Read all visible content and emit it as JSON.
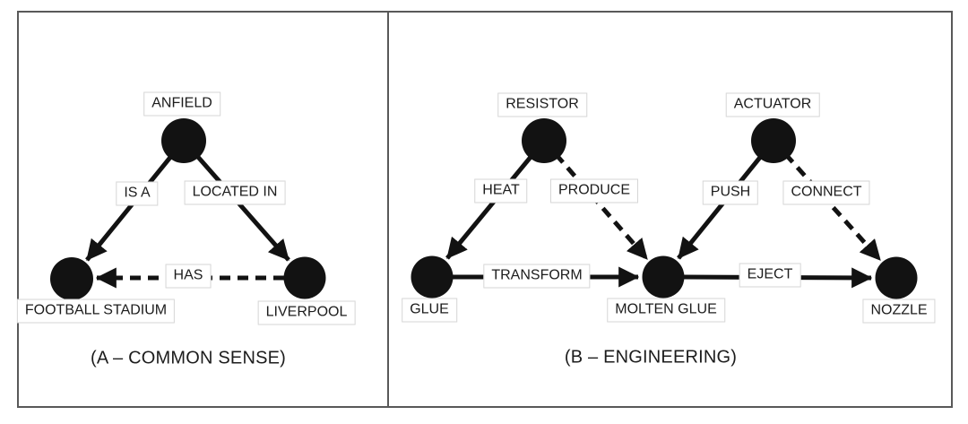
{
  "colors": {
    "node_fill": "#121212",
    "edge_stroke": "#121212",
    "label_border": "#d6d6d6",
    "frame_border": "#595959",
    "background": "#ffffff"
  },
  "panels": [
    {
      "caption": "(A – COMMON SENSE)",
      "nodes": [
        {
          "id": "anfield",
          "label": "ANFIELD"
        },
        {
          "id": "football_stadium",
          "label": "FOOTBALL STADIUM"
        },
        {
          "id": "liverpool",
          "label": "LIVERPOOL"
        }
      ],
      "edges": [
        {
          "label": "IS A",
          "from": "anfield",
          "to": "football_stadium",
          "style": "solid"
        },
        {
          "label": "LOCATED IN",
          "from": "anfield",
          "to": "liverpool",
          "style": "solid"
        },
        {
          "label": "HAS",
          "from": "liverpool",
          "to": "football_stadium",
          "style": "dashed"
        }
      ]
    },
    {
      "caption": "(B – ENGINEERING)",
      "nodes": [
        {
          "id": "resistor",
          "label": "RESISTOR"
        },
        {
          "id": "actuator",
          "label": "ACTUATOR"
        },
        {
          "id": "glue",
          "label": "GLUE"
        },
        {
          "id": "molten_glue",
          "label": "MOLTEN GLUE"
        },
        {
          "id": "nozzle",
          "label": "NOZZLE"
        }
      ],
      "edges": [
        {
          "label": "HEAT",
          "from": "resistor",
          "to": "glue",
          "style": "solid"
        },
        {
          "label": "PRODUCE",
          "from": "resistor",
          "to": "molten_glue",
          "style": "dashed"
        },
        {
          "label": "PUSH",
          "from": "actuator",
          "to": "molten_glue",
          "style": "solid"
        },
        {
          "label": "CONNECT",
          "from": "actuator",
          "to": "nozzle",
          "style": "dashed"
        },
        {
          "label": "TRANSFORM",
          "from": "glue",
          "to": "molten_glue",
          "style": "solid"
        },
        {
          "label": "EJECT",
          "from": "molten_glue",
          "to": "nozzle",
          "style": "solid"
        }
      ]
    }
  ]
}
